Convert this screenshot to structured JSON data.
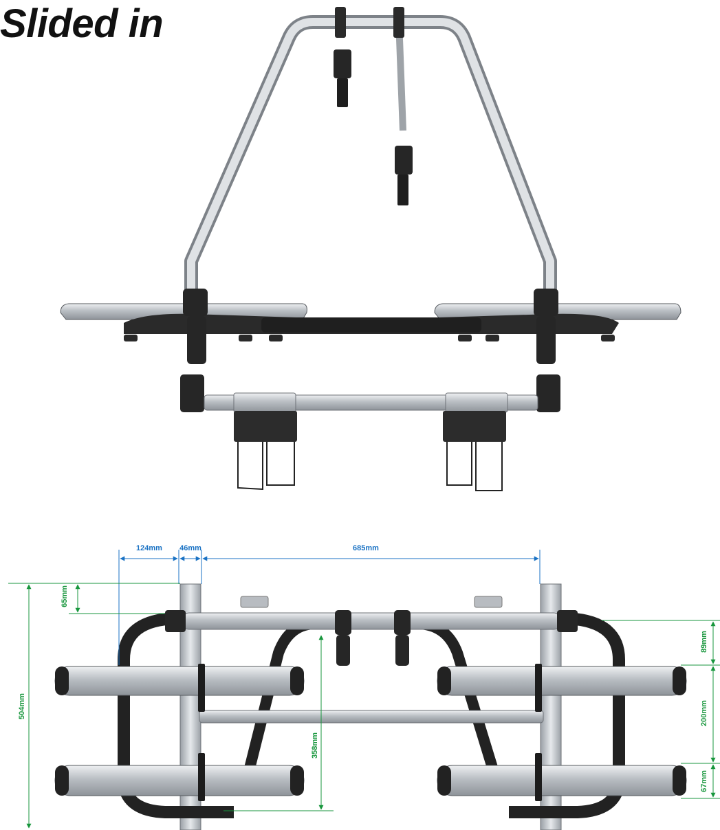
{
  "title": "Slided in",
  "colors": {
    "blue_dimension": "#1a72c4",
    "green_dimension": "#17963c",
    "aluminium": "#c3c7cb",
    "frame_black": "#222222"
  },
  "dimensions": {
    "horizontal": {
      "d124": "124mm",
      "d46": "46mm",
      "d685": "685mm"
    },
    "vertical": {
      "d65": "65mm",
      "d504": "504mm",
      "d358": "358mm",
      "d89": "89mm",
      "d200": "200mm",
      "d67": "67mm"
    }
  }
}
